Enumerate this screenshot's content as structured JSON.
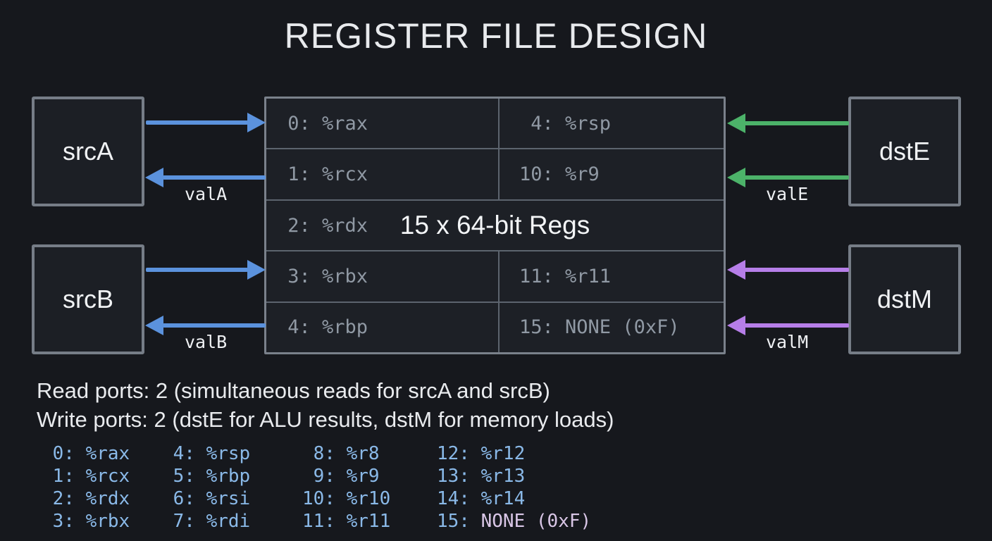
{
  "title": "REGISTER FILE DESIGN",
  "register_file": {
    "label": "15 x 64-bit Regs",
    "rows": [
      {
        "left": {
          "idx": "0:",
          "name": "%rax"
        },
        "right": {
          "idx": "4:",
          "name": "%rsp"
        }
      },
      {
        "left": {
          "idx": "1:",
          "name": "%rcx"
        },
        "right": {
          "idx": "10:",
          "name": "%r9"
        }
      },
      {
        "left": {
          "idx": "2:",
          "name": "%rdx"
        }
      },
      {
        "left": {
          "idx": "3:",
          "name": "%rbx"
        },
        "right": {
          "idx": "11:",
          "name": "%r11"
        }
      },
      {
        "left": {
          "idx": "4:",
          "name": "%rbp"
        },
        "right": {
          "idx": "15:",
          "name": "NONE (0xF)"
        }
      }
    ]
  },
  "ports": {
    "srcA": {
      "label": "srcA",
      "val": "valA"
    },
    "srcB": {
      "label": "srcB",
      "val": "valB"
    },
    "dstE": {
      "label": "dstE",
      "val": "valE"
    },
    "dstM": {
      "label": "dstM",
      "val": "valM"
    }
  },
  "notes": {
    "read_ports": "Read ports: 2 (simultaneous reads for srcA and srcB)",
    "write_ports": "Write ports: 2 (dstE for ALU results, dstM for memory loads)"
  },
  "register_list": {
    "rows": [
      [
        {
          "idx": "0:",
          "name": "%rax"
        },
        {
          "idx": "4:",
          "name": "%rsp"
        },
        {
          "idx": "8:",
          "name": "%r8"
        },
        {
          "idx": "12:",
          "name": "%r12"
        }
      ],
      [
        {
          "idx": "1:",
          "name": "%rcx"
        },
        {
          "idx": "5:",
          "name": "%rbp"
        },
        {
          "idx": "9:",
          "name": "%r9"
        },
        {
          "idx": "13:",
          "name": "%r13"
        }
      ],
      [
        {
          "idx": "2:",
          "name": "%rdx"
        },
        {
          "idx": "6:",
          "name": "%rsi"
        },
        {
          "idx": "10:",
          "name": "%r10"
        },
        {
          "idx": "14:",
          "name": "%r14"
        }
      ],
      [
        {
          "idx": "3:",
          "name": "%rbx"
        },
        {
          "idx": "7:",
          "name": "%rdi"
        },
        {
          "idx": "11:",
          "name": "%r11"
        },
        {
          "idx": "15:",
          "name": "NONE (0xF)"
        }
      ]
    ]
  },
  "colors": {
    "background": "#16181d",
    "read_arrow_blue": "#5b92dd",
    "write_arrow_green": "#4cb269",
    "write_arrow_purple": "#b67ee8",
    "table_text_gray": "#9099a4",
    "list_blue": "#8ab9e8",
    "none_lavender": "#d9c6e6",
    "border_gray": "#7a818b"
  }
}
